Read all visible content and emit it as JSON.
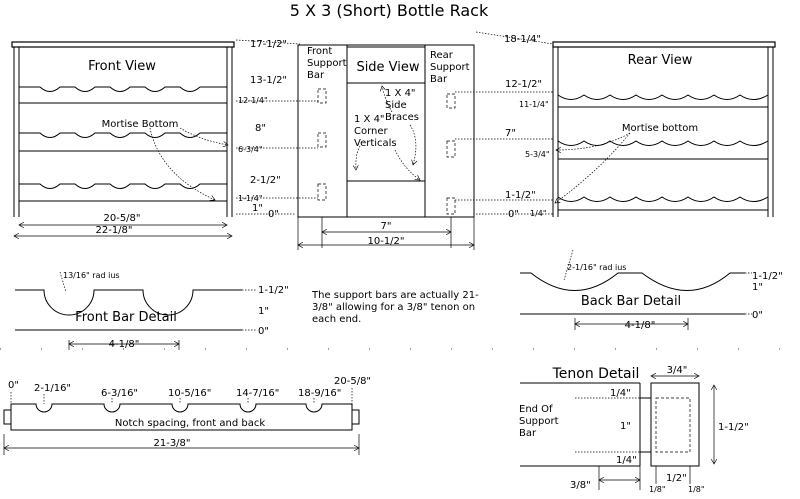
{
  "title": "5 X 3 (Short) Bottle Rack",
  "front_view": {
    "label": "Front View",
    "mortise": "Mortise Bottom",
    "height_top": "17-1/2\"",
    "level1": "13-1/2\"",
    "level2": "8\"",
    "level3": "2-1/2\"",
    "level4": "1\"",
    "level0": "0\"",
    "m1": "12-1/4\"",
    "m2": "6-3/4\"",
    "m3": "1-1/4\"",
    "width_inner": "20-5/8\"",
    "width_outer": "22-1/8\""
  },
  "side_view": {
    "label": "Side View",
    "front_bar": "Front Support Bar",
    "rear_bar": "Rear Support Bar",
    "side_braces": "1 X 4\" Side Braces",
    "corner_verticals": "1 X 4\" Corner Verticals",
    "inner": "7\"",
    "outer": "10-1/2\""
  },
  "rear_view": {
    "label": "Rear View",
    "mortise": "Mortise bottom",
    "height_top": "18-1/4\"",
    "level1": "12-1/2\"",
    "level2": "7\"",
    "level3": "1-1/2\"",
    "level0": "0\"",
    "m1": "11-1/4\"",
    "m2": "5-3/4\"",
    "m3": "1/4\""
  },
  "front_bar_detail": {
    "label": "Front Bar Detail",
    "radius": "13/16\" rad ius",
    "top": "1-1/2\"",
    "mid": "1\"",
    "bottom": "0\"",
    "spacing": "4-1/8\""
  },
  "back_bar_detail": {
    "label": "Back Bar Detail",
    "radius": "2-1/16\" rad ius",
    "top": "1-1/2\"",
    "mid": "1\"",
    "bottom": "0\"",
    "spacing": "4-1/8\""
  },
  "note": "The support bars are actually 21-3/8\" allowing for a 3/8\" tenon on each end.",
  "notch_spacing": {
    "label": "Notch spacing, front and back",
    "marks": [
      "0\"",
      "2-1/16\"",
      "6-3/16\"",
      "10-5/16\"",
      "14-7/16\"",
      "18-9/16\"",
      "20-5/8\""
    ],
    "total": "21-3/8\""
  },
  "tenon_detail": {
    "label": "Tenon Detail",
    "end_label": "End Of Support Bar",
    "top_dim": "3/4\"",
    "quarter_top": "1/4\"",
    "middle": "1\"",
    "quarter_bottom": "1/4\"",
    "height": "1-1/2\"",
    "shoulder": "3/8\"",
    "eighth_left": "1/8\"",
    "half": "1/2\"",
    "eighth_right": "1/8\""
  }
}
